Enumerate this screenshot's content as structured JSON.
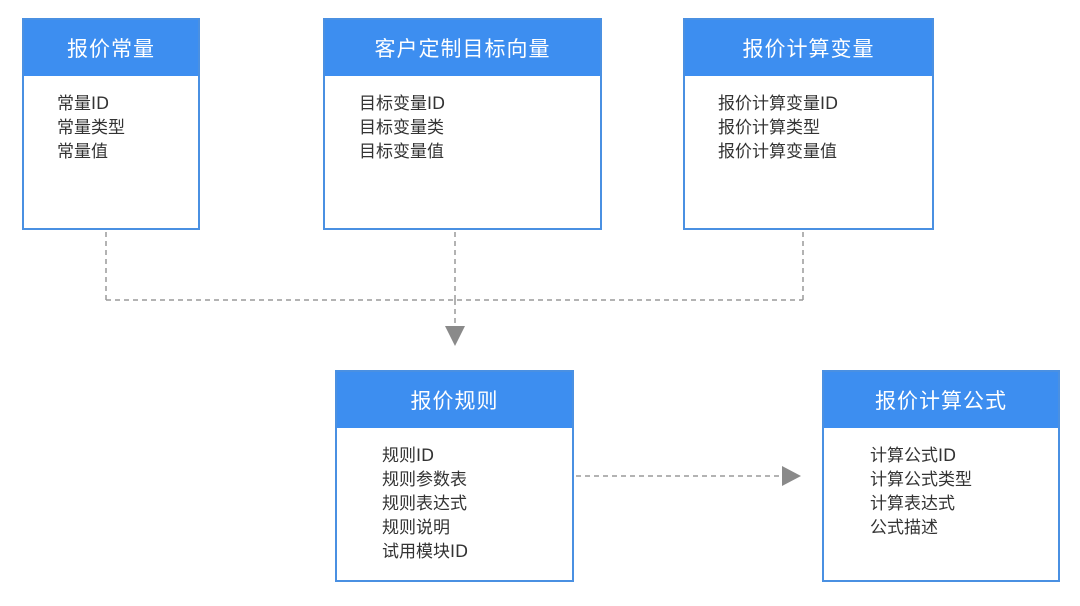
{
  "diagram": {
    "nodes": [
      {
        "id": "quote-constant",
        "title": "报价常量",
        "fields": [
          "常量ID",
          "常量类型",
          "常量值"
        ]
      },
      {
        "id": "target-vector",
        "title": "客户定制目标向量",
        "fields": [
          "目标变量ID",
          "目标变量类",
          "目标变量值"
        ]
      },
      {
        "id": "calc-variable",
        "title": "报价计算变量",
        "fields": [
          "报价计算变量ID",
          "报价计算类型",
          "报价计算变量值"
        ]
      },
      {
        "id": "quote-rule",
        "title": "报价规则",
        "fields": [
          "规则ID",
          "规则参数表",
          "规则表达式",
          "规则说明",
          "试用模块ID"
        ]
      },
      {
        "id": "calc-formula",
        "title": "报价计算公式",
        "fields": [
          "计算公式ID",
          "计算公式类型",
          "计算表达式",
          "公式描述"
        ]
      }
    ],
    "edges": [
      {
        "from": "quote-constant",
        "to": "quote-rule",
        "style": "dashed"
      },
      {
        "from": "target-vector",
        "to": "quote-rule",
        "style": "dashed"
      },
      {
        "from": "calc-variable",
        "to": "quote-rule",
        "style": "dashed"
      },
      {
        "from": "quote-rule",
        "to": "calc-formula",
        "style": "dashed"
      }
    ],
    "colors": {
      "header_fill": "#3d8ef0",
      "box_border": "#4a90e2",
      "connector": "#9a9a9a",
      "arrowhead": "#8a8a8a"
    }
  }
}
